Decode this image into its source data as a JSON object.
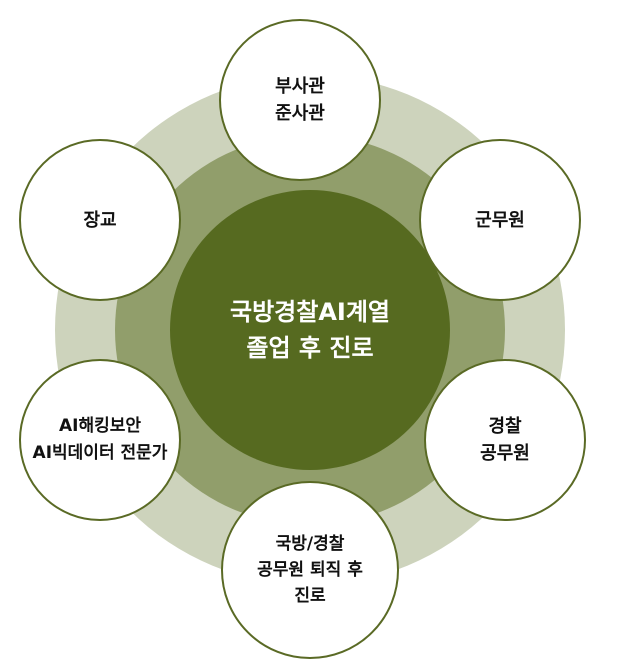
{
  "center": {
    "label": "국방경찰AI계열\n졸업 후 진로"
  },
  "careers": [
    {
      "label": "부사관\n준사관"
    },
    {
      "label": "군무원"
    },
    {
      "label": "경찰\n공무원"
    },
    {
      "label": "국방/경찰\n공무원 퇴직 후\n진로"
    },
    {
      "label": "AI해킹보안\nAI빅데이터 전문가"
    },
    {
      "label": "장교"
    }
  ],
  "colors": {
    "outer_ring": "#cdd3bc",
    "middle_ring": "#919e6b",
    "core": "#566a20",
    "border": "#5a6a25"
  }
}
